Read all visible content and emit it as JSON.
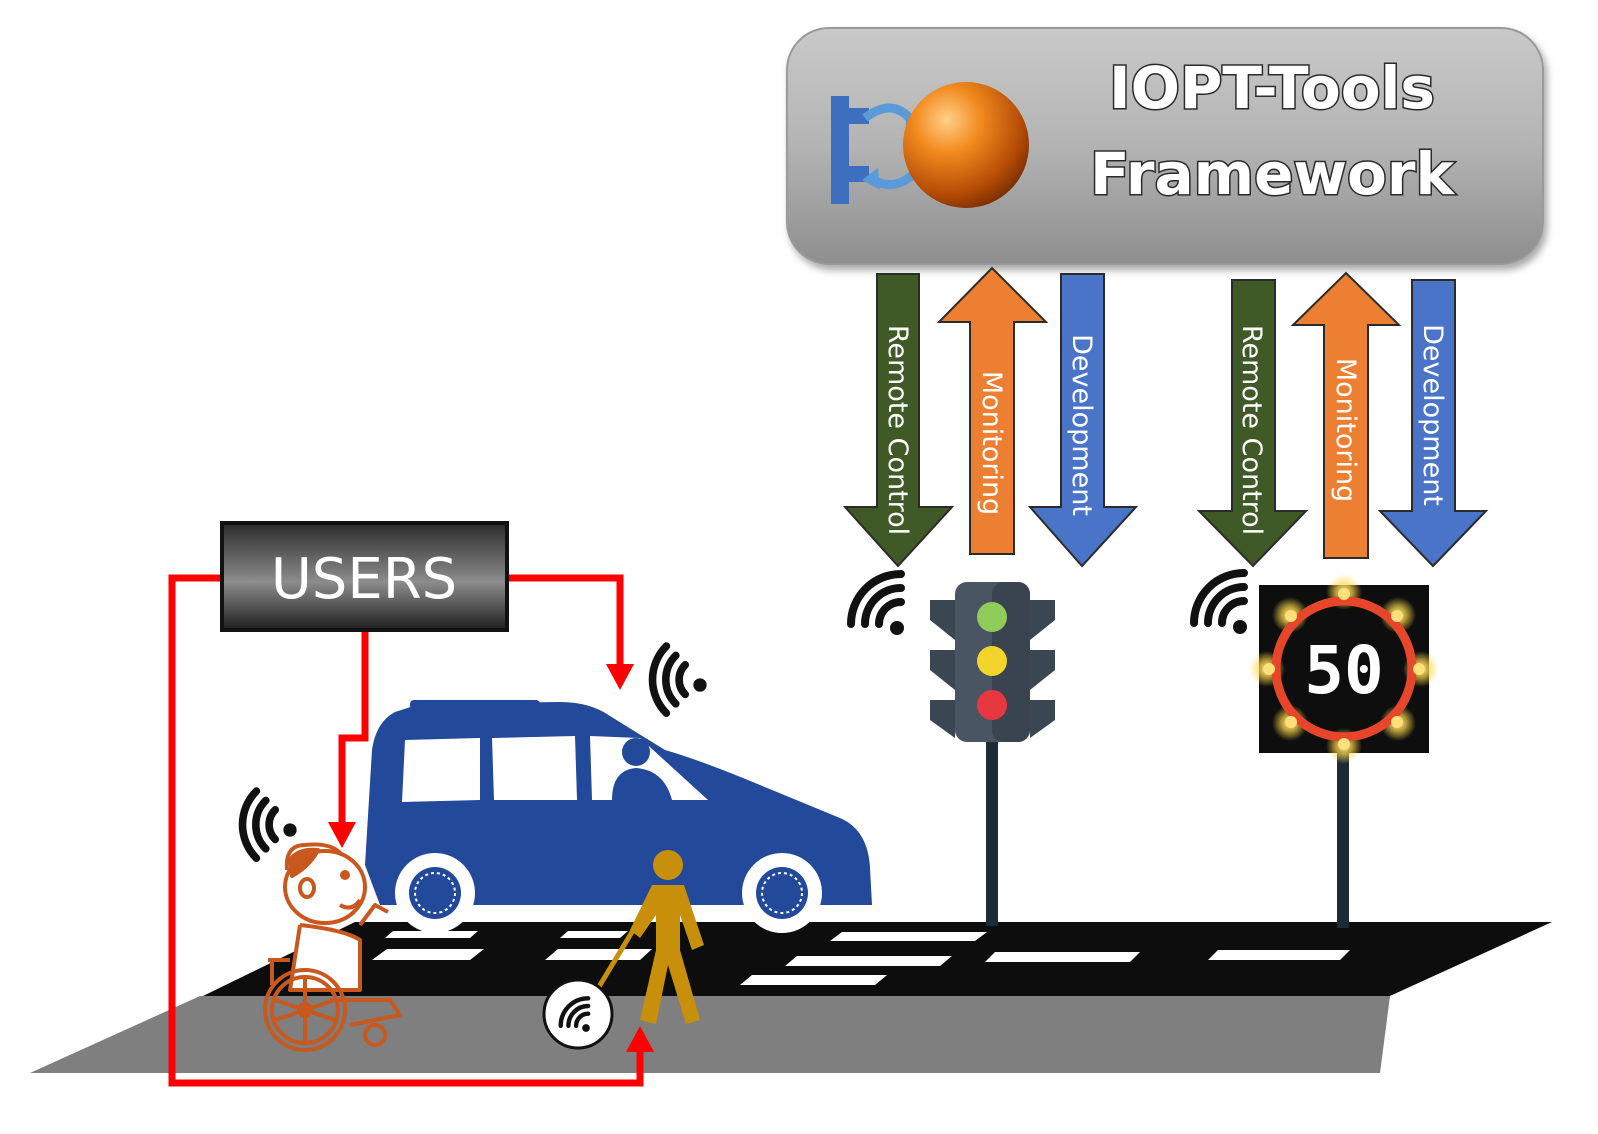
{
  "framework": {
    "title_line1": "IOPT-Tools",
    "title_line2": "Framework"
  },
  "users_label": "USERS",
  "channels": {
    "remote_control": "Remote Control",
    "monitoring": "Monitoring",
    "development": "Development"
  },
  "speed_sign": {
    "value": "50"
  },
  "colors": {
    "remote_control": "#3f5a26",
    "monitoring": "#ec7f32",
    "development": "#4a74c8",
    "user_lines": "#ff0000",
    "car": "#23499a",
    "pedestrian": "#c8900a",
    "wheelchair_user": "#c8581e",
    "light_green": "#8fcc5a",
    "light_yellow": "#f2d42a",
    "light_red": "#e8383f"
  },
  "icons": [
    "wifi-icon",
    "car-icon",
    "traffic-light-icon",
    "speed-sign-icon",
    "wheelchair-user-icon",
    "blind-pedestrian-icon",
    "framework-logo-icon"
  ]
}
